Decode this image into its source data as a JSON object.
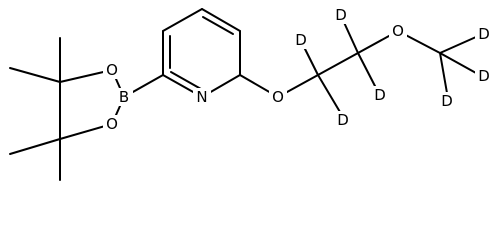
{
  "molecule": {
    "colors": {
      "bond": "#000000",
      "text": "#000000",
      "background": "#ffffff"
    },
    "atom_labels": {
      "N": "N",
      "B": "B",
      "O_boronate_top": "O",
      "O_boronate_bottom": "O",
      "O_ether": "O",
      "O_methoxy": "O",
      "D1": "D",
      "D2": "D",
      "D3": "D",
      "D4": "D",
      "D5": "D",
      "D6": "D",
      "D7": "D"
    }
  }
}
